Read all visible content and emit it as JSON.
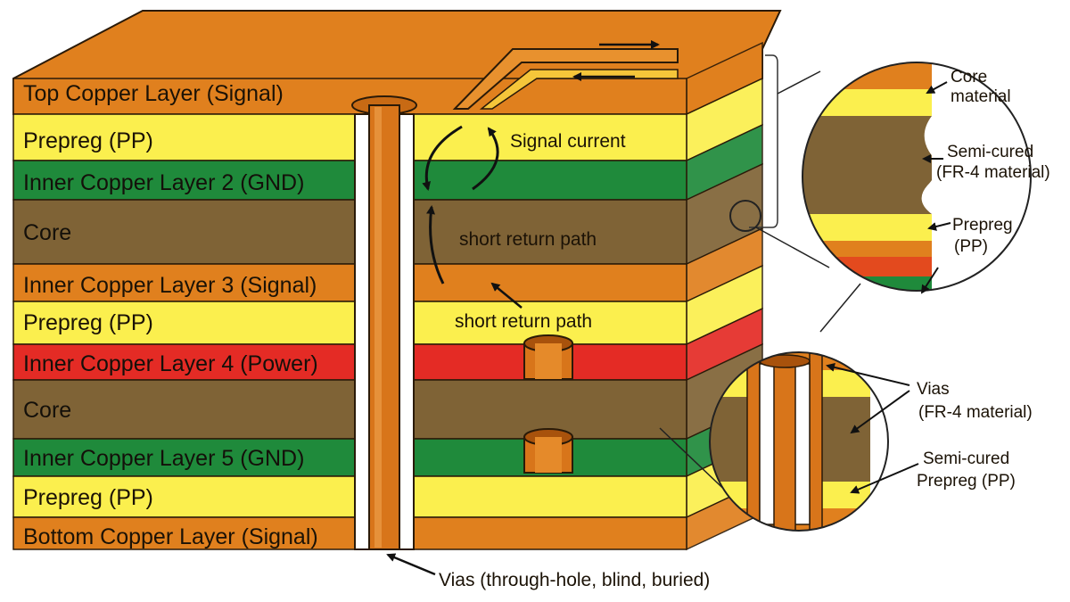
{
  "colors": {
    "copper": "#e0801e",
    "copper_dark": "#b55e0e",
    "prepreg": "#fbef4e",
    "gnd": "#1f8a3b",
    "core": "#7f6336",
    "power": "#e42b25",
    "outline": "#2a1a08"
  },
  "layers": [
    {
      "label": "Top Copper Layer (Signal)",
      "kind": "copper"
    },
    {
      "label": "Prepreg (PP)",
      "kind": "prepreg"
    },
    {
      "label": "Inner Copper Layer 2 (GND)",
      "kind": "gnd"
    },
    {
      "label": "Core",
      "kind": "core"
    },
    {
      "label": "Inner Copper Layer 3 (Signal)",
      "kind": "copper"
    },
    {
      "label": "Prepreg (PP)",
      "kind": "prepreg"
    },
    {
      "label": "Inner Copper Layer 4 (Power)",
      "kind": "power"
    },
    {
      "label": "Core",
      "kind": "core"
    },
    {
      "label": "Inner Copper Layer 5 (GND)",
      "kind": "gnd"
    },
    {
      "label": "Prepreg (PP)",
      "kind": "prepreg"
    },
    {
      "label": "Bottom Copper Layer (Signal)",
      "kind": "copper"
    }
  ],
  "annotations": {
    "signal_current": "Signal current",
    "return_path_1": "short return path",
    "return_path_2": "short return path",
    "vias_main": "Vias (through-hole, blind, buried)"
  },
  "zoom_top": {
    "core_line1": "Core",
    "core_line2": "material",
    "semi_line1": "Semi-cured",
    "semi_line2": "(FR-4 material)",
    "pp_line1": "Prepreg",
    "pp_line2": "(PP)"
  },
  "zoom_bottom": {
    "vias_line1": "Vias",
    "vias_line2": "(FR-4 material)",
    "semi_line1": "Semi-cured",
    "semi_line2": "Prepreg (PP)"
  }
}
